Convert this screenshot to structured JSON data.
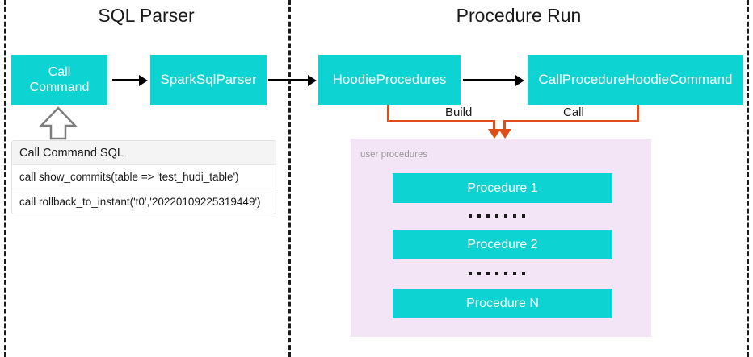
{
  "diagram": {
    "title_left": "SQL Parser",
    "title_right": "Procedure Run",
    "accent_teal": "#0dd3d3",
    "accent_orange": "#e04e17",
    "panel_bg": "#f3e5f6",
    "divider_color": "#1a1a1a"
  },
  "nodes": {
    "call_command": "Call\nCommand",
    "call_command_line1": "Call",
    "call_command_line2": "Command",
    "spark_sql_parser": "SparkSqlParser",
    "hoodie_procedures": "HoodieProcedures",
    "call_procedure_hoodie_command": "CallProcedureHoodieCommand"
  },
  "edges": {
    "build_label": "Build",
    "call_label": "Call"
  },
  "sql_table": {
    "header": "Call Command SQL",
    "rows": [
      "call show_commits(table => 'test_hudi_table')",
      "call rollback_to_instant('t0','20220109225319449')"
    ]
  },
  "user_procedures": {
    "label": "user procedures",
    "items": [
      "Procedure 1",
      "Procedure 2",
      "Procedure N"
    ],
    "ellipsis_dot_count": 7
  }
}
